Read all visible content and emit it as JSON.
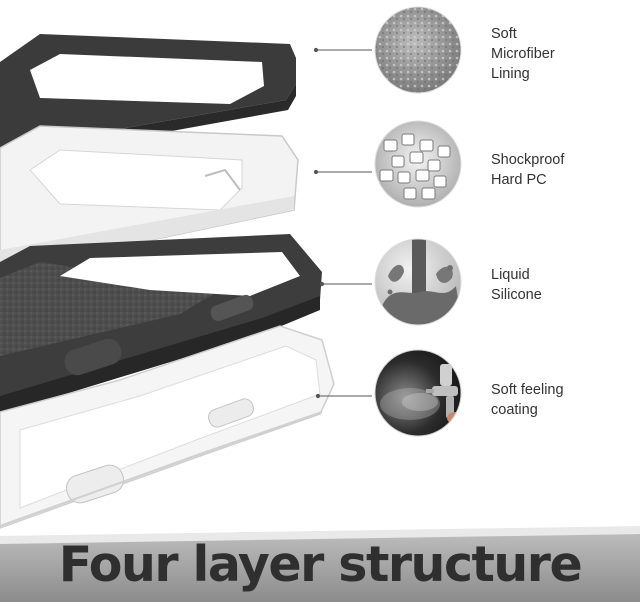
{
  "layers": [
    {
      "name": "microfiber",
      "lines": [
        "Soft",
        "Microfiber",
        "Lining"
      ],
      "icon": "microfiber-texture-icon"
    },
    {
      "name": "hard-pc",
      "lines": [
        "Shockproof",
        "Hard PC"
      ],
      "icon": "pc-granules-icon"
    },
    {
      "name": "silicone",
      "lines": [
        "Liquid",
        "Silicone"
      ],
      "icon": "silicone-pour-icon"
    },
    {
      "name": "coating",
      "lines": [
        "Soft feeling",
        "coating"
      ],
      "icon": "spray-gun-icon"
    }
  ],
  "title": "Four layer structure",
  "colors": {
    "case_dark": "#3d3d3d",
    "case_edge": "#2a2a2a",
    "label_text": "#333333",
    "title_text": "#2f2f2f",
    "title_band": "#9b9b9b"
  }
}
